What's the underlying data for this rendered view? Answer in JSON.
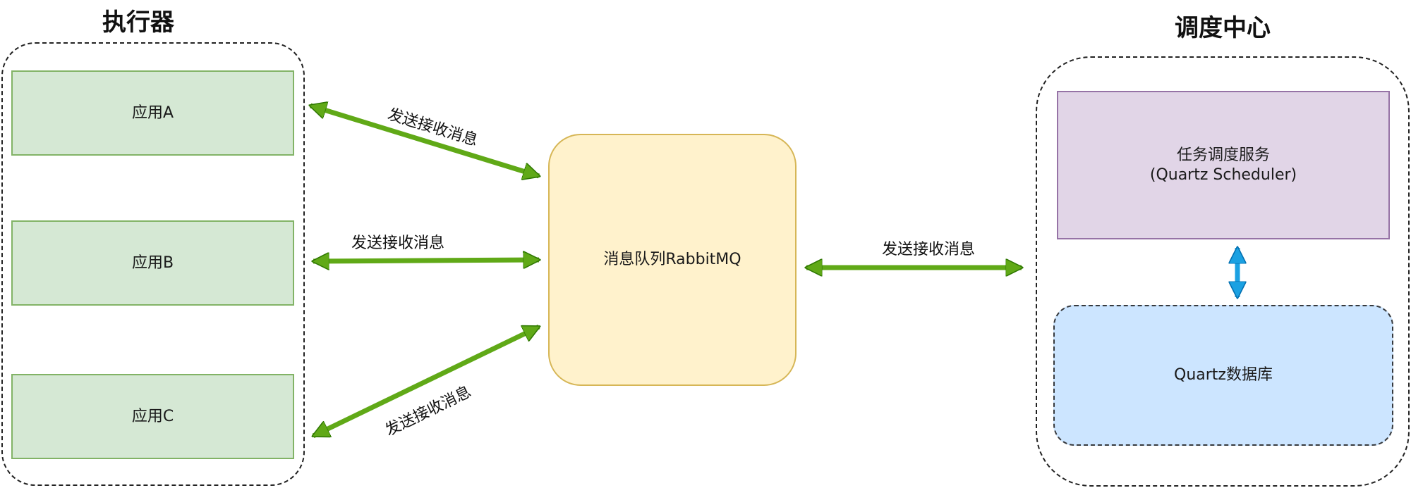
{
  "executor": {
    "title": "执行器",
    "apps": [
      {
        "label": "应用A"
      },
      {
        "label": "应用B"
      },
      {
        "label": "应用C"
      }
    ]
  },
  "queue": {
    "label": "消息队列RabbitMQ"
  },
  "scheduler_center": {
    "title": "调度中心",
    "service_line1": "任务调度服务",
    "service_line2": "(Quartz Scheduler)",
    "database": "Quartz数据库"
  },
  "edges": {
    "to_app_a": "发送接收消息",
    "to_app_b": "发送接收消息",
    "to_app_c": "发送接收消息",
    "to_scheduler": "发送接收消息"
  },
  "colors": {
    "app_fill": "#d5e8d4",
    "app_stroke": "#82b366",
    "queue_fill": "#fff2cc",
    "queue_stroke": "#d6b656",
    "scheduler_fill": "#e1d5e7",
    "scheduler_stroke": "#9673a6",
    "database_fill": "#cce5ff",
    "green_arrow": "#60a917",
    "blue_arrow": "#1ba1e2"
  }
}
